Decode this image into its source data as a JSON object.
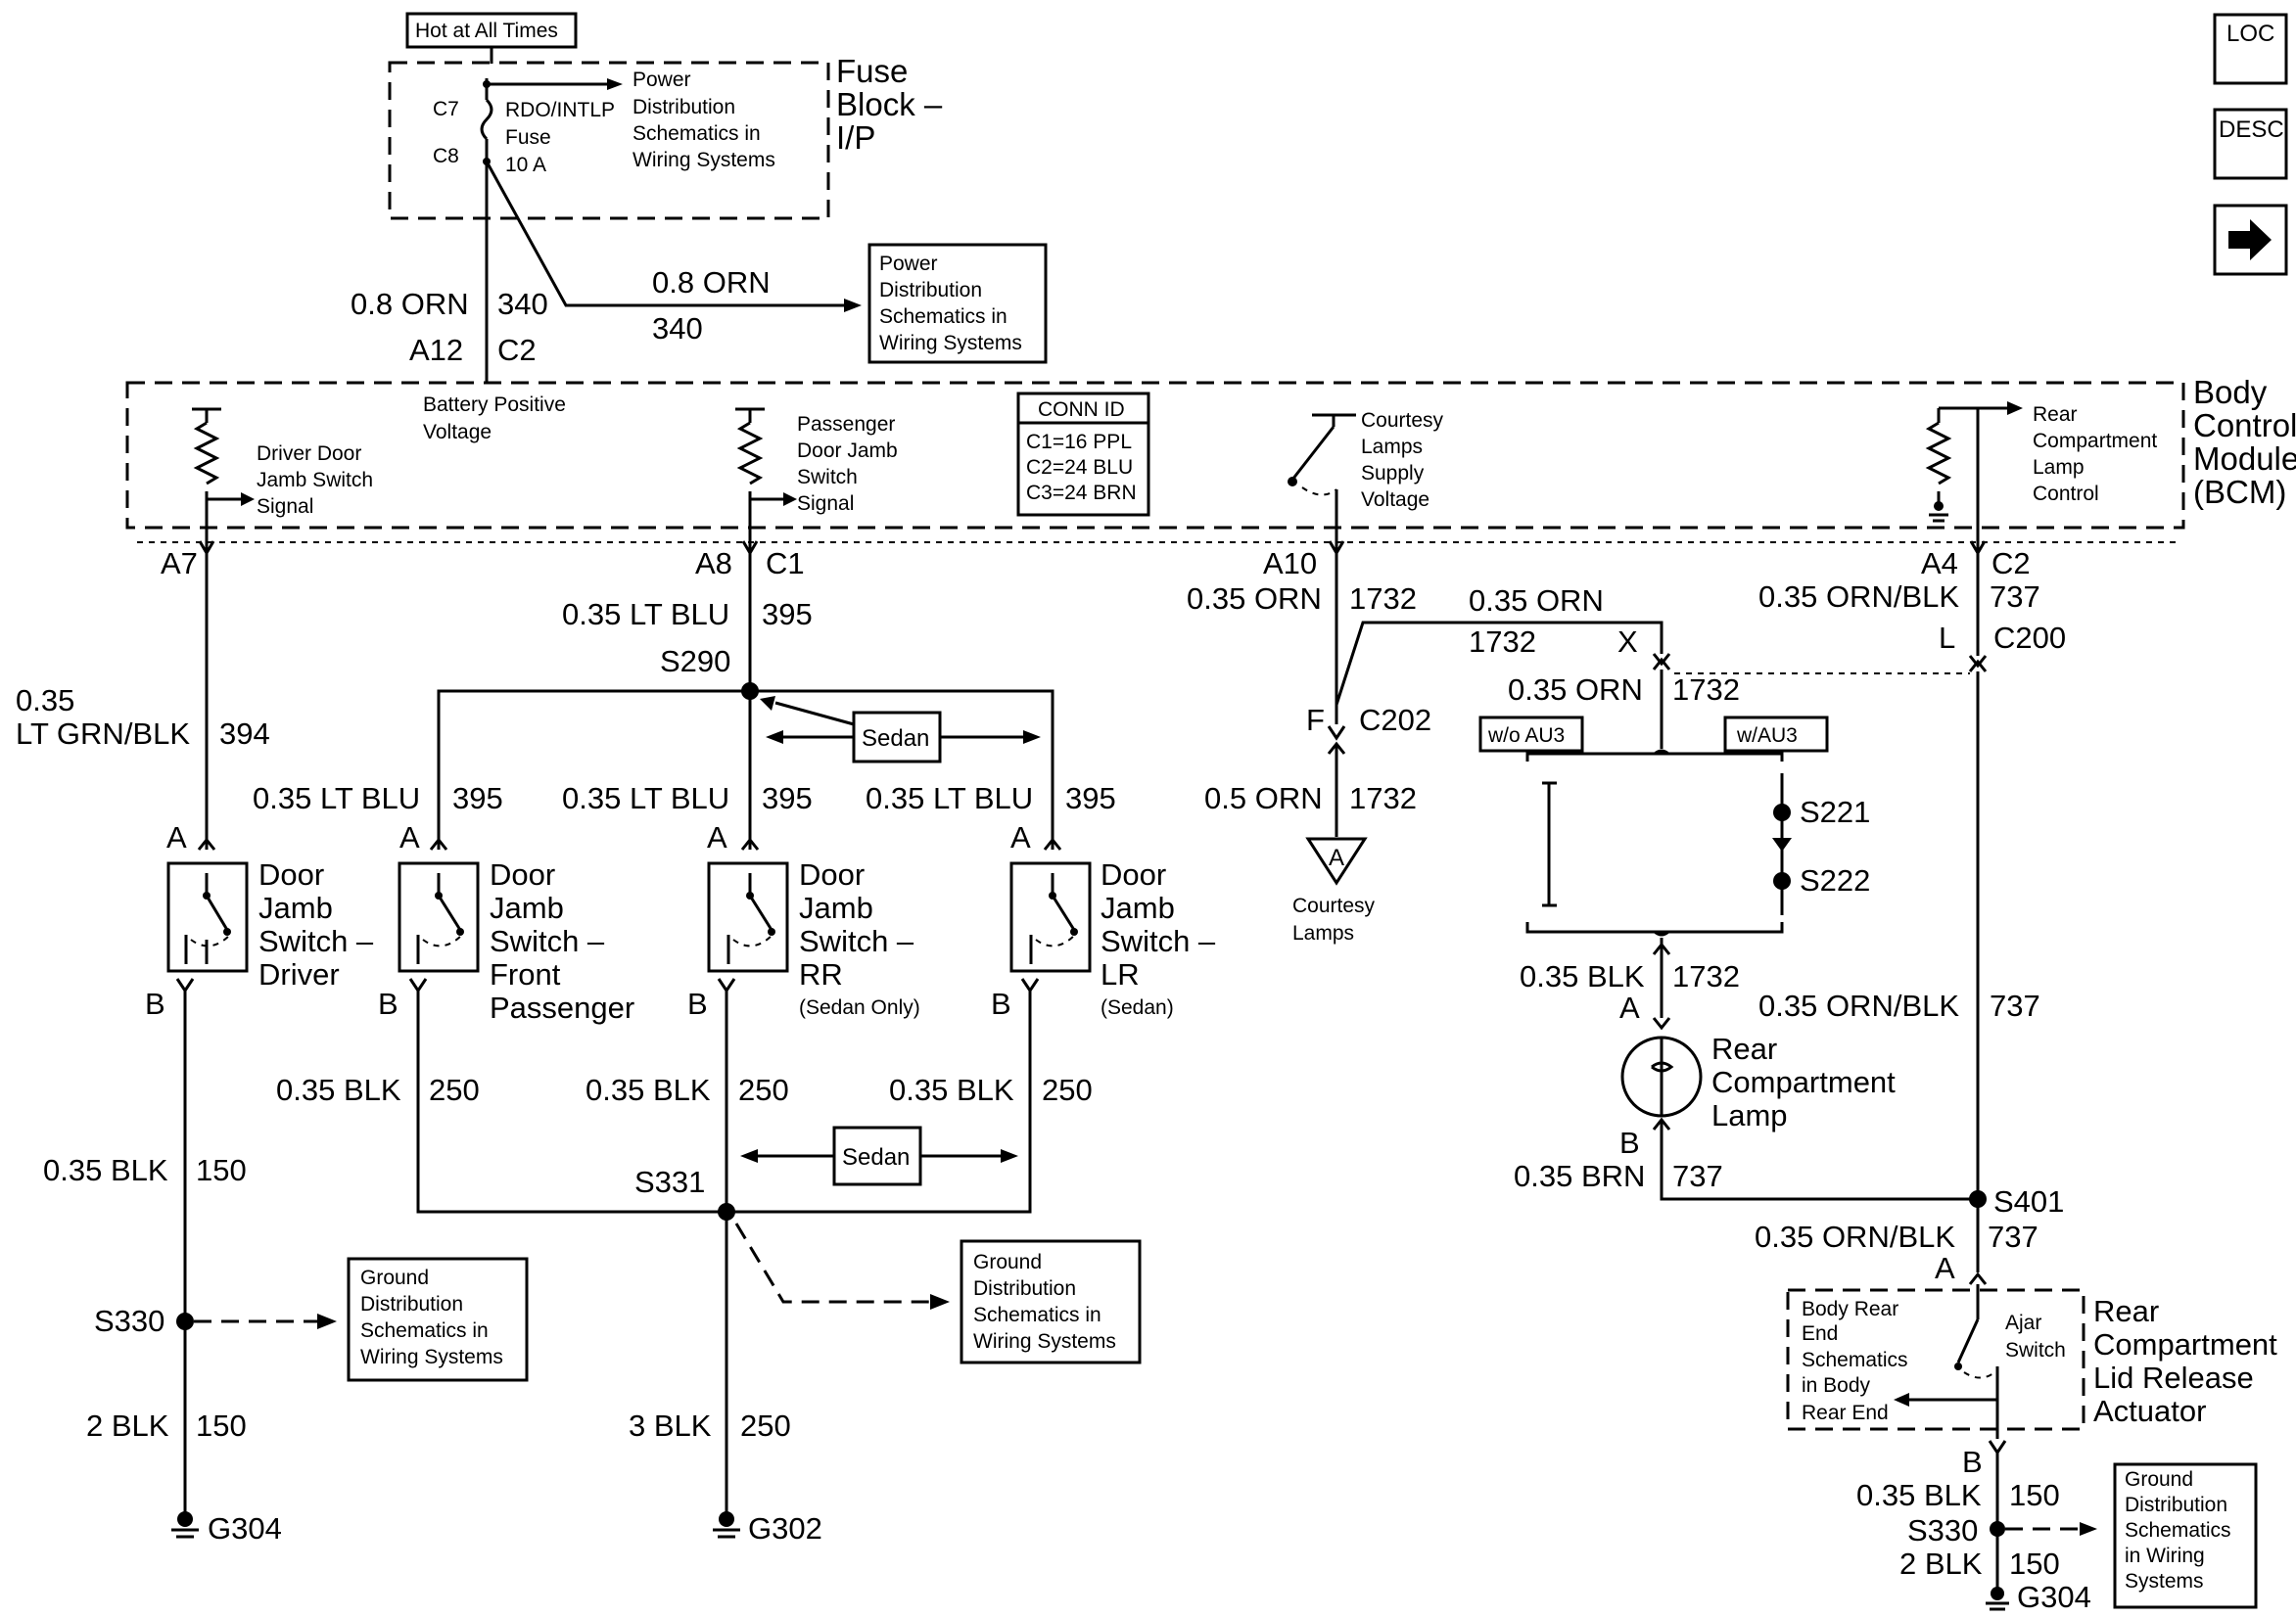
{
  "nav": {
    "loc": "LOC",
    "desc": "DESC"
  },
  "fuse_block": {
    "hot_label": "Hot at All Times",
    "c7": "C7",
    "c8": "C8",
    "fuse_name": [
      "RDO/INTLP",
      "Fuse",
      "10 A"
    ],
    "ref": [
      "Power",
      "Distribution",
      "Schematics in",
      "Wiring Systems"
    ],
    "title": [
      "Fuse",
      "Block –",
      "I/P"
    ]
  },
  "feed": {
    "left_wire": "0.8 ORN",
    "left_circuit": "340",
    "connector_a": "A12",
    "connector_b": "C2",
    "right_wire": "0.8 ORN",
    "right_circuit": "340",
    "ref": [
      "Power",
      "Distribution",
      "Schematics in",
      "Wiring Systems"
    ]
  },
  "bcm": {
    "title": [
      "Body",
      "Control",
      "Module",
      "(BCM)"
    ],
    "battery_label": [
      "Battery Positive",
      "Voltage"
    ],
    "driver_signal": [
      "Driver Door",
      "Jamb Switch",
      "Signal"
    ],
    "passenger_signal": [
      "Passenger",
      "Door Jamb",
      "Switch",
      "Signal"
    ],
    "conn_id": [
      "CONN ID",
      "C1=16 PPL",
      "C2=24 BLU",
      "C3=24 BRN"
    ],
    "courtesy_supply": [
      "Courtesy",
      "Lamps",
      "Supply",
      "Voltage"
    ],
    "rear_control": [
      "Rear",
      "Compartment",
      "Lamp",
      "Control"
    ]
  },
  "driver_circuit": {
    "pin": "A7",
    "wire_top": [
      "0.35",
      "LT GRN/BLK"
    ],
    "circuit_top": "394",
    "sw_a": "A",
    "sw_b": "B",
    "switch": [
      "Door",
      "Jamb",
      "Switch –",
      "Driver"
    ],
    "wire_bottom": "0.35 BLK",
    "circuit_bottom": "150",
    "splice": "S330",
    "ground_ref": [
      "Ground",
      "Distribution",
      "Schematics in",
      "Wiring Systems"
    ],
    "wire_ground": "2 BLK",
    "circuit_ground": "150",
    "ground": "G304"
  },
  "passenger_circuit": {
    "pin_a": "A8",
    "pin_b": "C1",
    "wire": "0.35 LT BLU",
    "circuit": "395",
    "splice": "S290",
    "sedan": "Sedan",
    "fp": {
      "wire": "0.35 LT BLU",
      "circuit": "395",
      "a": "A",
      "b": "B",
      "label": [
        "Door",
        "Jamb",
        "Switch –",
        "Front",
        "Passenger"
      ],
      "wire_b": "0.35 BLK",
      "circuit_b": "250"
    },
    "rr": {
      "wire": "0.35 LT BLU",
      "circuit": "395",
      "a": "A",
      "b": "B",
      "label": [
        "Door",
        "Jamb",
        "Switch –",
        "RR"
      ],
      "note": "(Sedan Only)",
      "wire_b": "0.35 BLK",
      "circuit_b": "250"
    },
    "lr": {
      "wire": "0.35 LT BLU",
      "circuit": "395",
      "a": "A",
      "b": "B",
      "label": [
        "Door",
        "Jamb",
        "Switch –",
        "LR"
      ],
      "note": "(Sedan)",
      "wire_b": "0.35 BLK",
      "circuit_b": "250"
    },
    "sedan2": "Sedan",
    "splice2": "S331",
    "ground_ref": [
      "Ground",
      "Distribution",
      "Schematics in",
      "Wiring Systems"
    ],
    "wire_ground": "3 BLK",
    "circuit_ground": "250",
    "ground": "G302"
  },
  "courtesy_circuit": {
    "pin": "A10",
    "wire": "0.35 ORN",
    "circuit": "1732",
    "branch_wire": "0.35 ORN",
    "branch_circuit": "1732",
    "x": "X",
    "conn_f": "F",
    "conn_c202": "C202",
    "wire2": "0.5 ORN",
    "circuit2": "1732",
    "lamp_letter": "A",
    "lamp_label": [
      "Courtesy",
      "Lamps"
    ],
    "wire3": "0.35 ORN",
    "circuit3": "1732",
    "wo": "w/o AU3",
    "w": "w/AU3",
    "s221": "S221",
    "s222": "S222",
    "wire4": "0.35 BLK",
    "circuit4": "1732",
    "lamp_a": "A",
    "lamp_b": "B",
    "rear_lamp": [
      "Rear",
      "Compartment",
      "Lamp"
    ],
    "wire5": "0.35 BRN",
    "circuit5": "737"
  },
  "rear_circuit": {
    "pin_a": "A4",
    "pin_b": "C2",
    "wire": "0.35 ORN/BLK",
    "circuit": "737",
    "l": "L",
    "c200": "C200",
    "wire2": "0.35 ORN/BLK",
    "circuit2": "737",
    "splice": "S401",
    "wire3": "0.35 ORN/BLK",
    "circuit3": "737",
    "act_a": "A",
    "body_ref": [
      "Body Rear",
      "End",
      "Schematics",
      "in Body",
      "Rear End"
    ],
    "ajar": [
      "Ajar",
      "Switch"
    ],
    "actuator": [
      "Rear",
      "Compartment",
      "Lid Release",
      "Actuator"
    ],
    "act_b": "B",
    "wire4": "0.35 BLK",
    "circuit4": "150",
    "splice2": "S330",
    "wire5": "2 BLK",
    "circuit5": "150",
    "ground": "G304",
    "ground_ref": [
      "Ground",
      "Distribution",
      "Schematics",
      "in Wiring",
      "Systems"
    ]
  }
}
